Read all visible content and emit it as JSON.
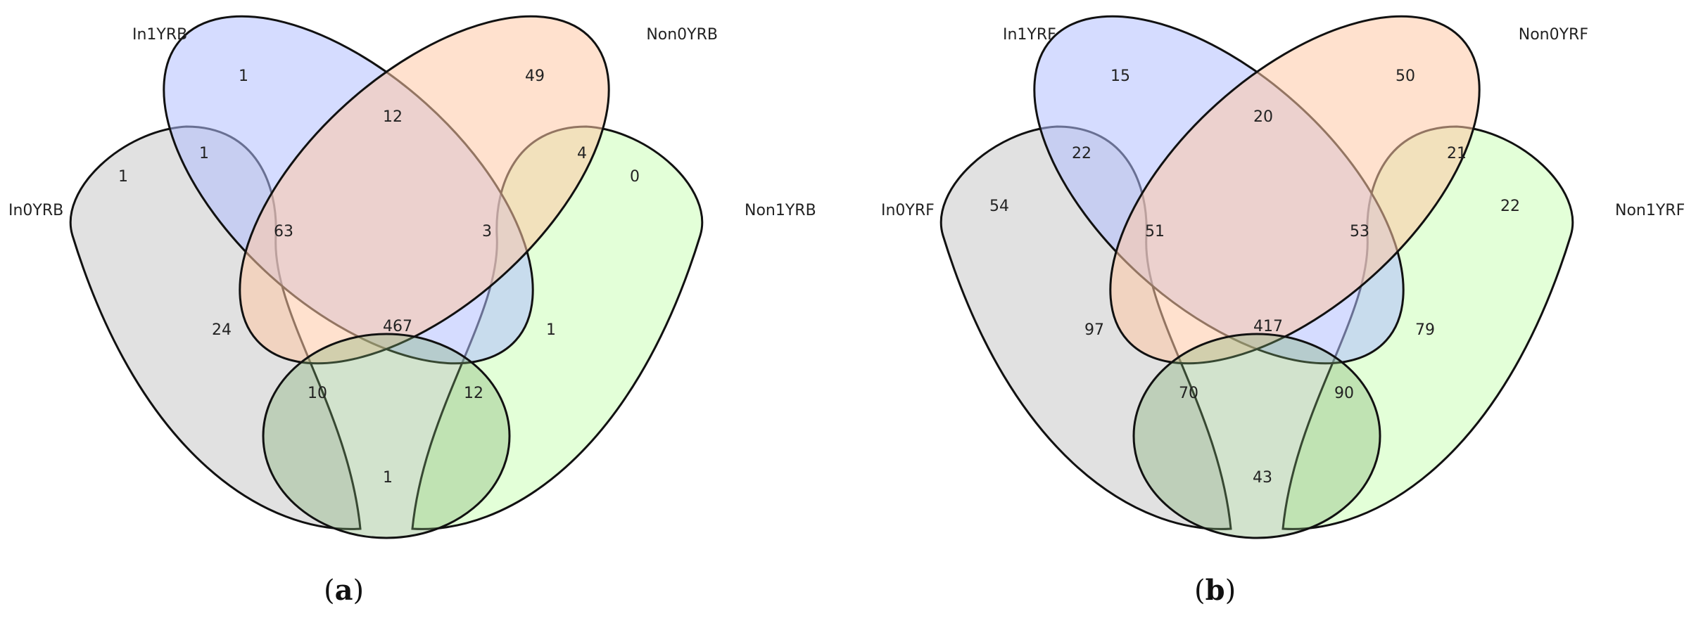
{
  "panels": [
    {
      "id": "a",
      "caption_letter": "a",
      "sets": [
        {
          "key": "in0",
          "label": "In0YRB",
          "color": "#c8c8c8"
        },
        {
          "key": "in1",
          "label": "In1YRB",
          "color": "#b3c0ff"
        },
        {
          "key": "non0",
          "label": "Non0YRB",
          "color": "#ffc9a6"
        },
        {
          "key": "non1",
          "label": "Non1YRB",
          "color": "#ccffb8"
        }
      ],
      "regions": {
        "in1_only": "1",
        "non0_only": "49",
        "in0_only": "1",
        "non1_only": "0",
        "in1_non0": "12",
        "in0_in1": "1",
        "non0_non1": "4",
        "in0_in1_non0": "63",
        "in1_non0_non1": "3",
        "in0_non0": "24",
        "in1_non1": "1",
        "all": "467",
        "in0_non0_non1": "10",
        "in0_in1_non1": "12",
        "in0_non1": "1"
      }
    },
    {
      "id": "b",
      "caption_letter": "b",
      "sets": [
        {
          "key": "in0",
          "label": "In0YRF",
          "color": "#c8c8c8"
        },
        {
          "key": "in1",
          "label": "In1YRF",
          "color": "#b3c0ff"
        },
        {
          "key": "non0",
          "label": "Non0YRF",
          "color": "#ffc9a6"
        },
        {
          "key": "non1",
          "label": "Non1YRF",
          "color": "#ccffb8"
        }
      ],
      "regions": {
        "in1_only": "15",
        "non0_only": "50",
        "in0_only": "54",
        "non1_only": "22",
        "in1_non0": "20",
        "in0_in1": "22",
        "non0_non1": "21",
        "in0_in1_non0": "51",
        "in1_non0_non1": "53",
        "in0_non0": "97",
        "in1_non1": "79",
        "all": "417",
        "in0_non0_non1": "70",
        "in0_in1_non1": "90",
        "in0_non1": "43"
      }
    }
  ]
}
